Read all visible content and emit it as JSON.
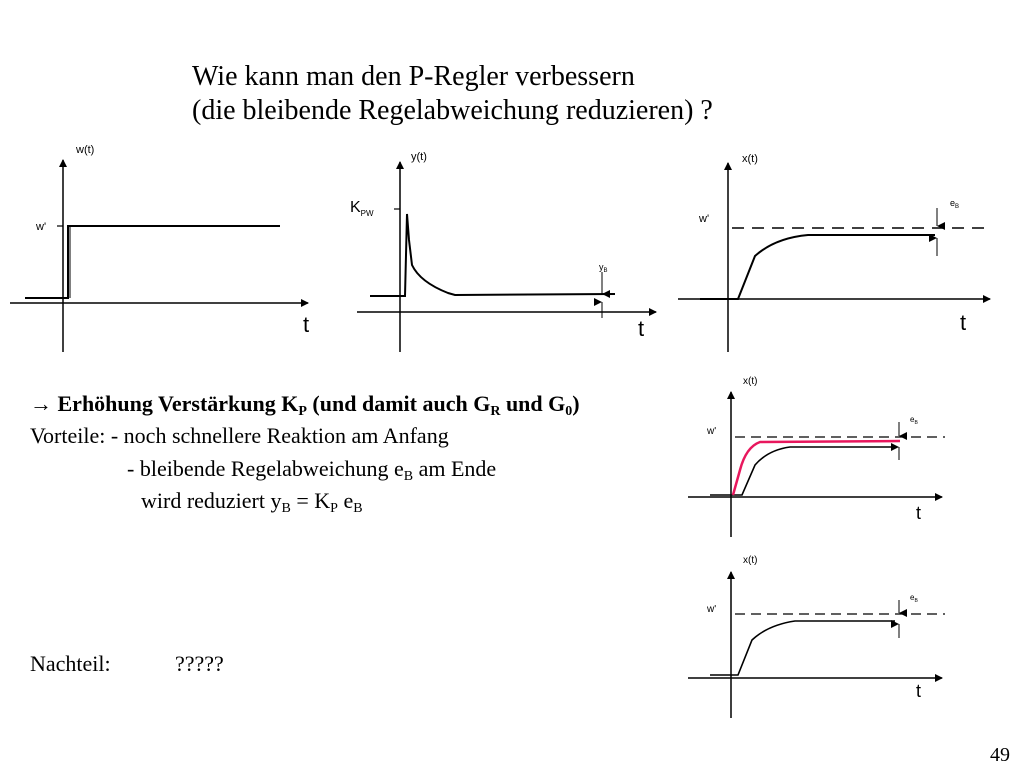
{
  "title": {
    "line1": "Wie kann man den P-Regler verbessern",
    "line2": "(die bleibende Regelabweichung reduzieren) ?"
  },
  "graphs": {
    "w": {
      "ylabel": "w(t)",
      "level_label": "w'",
      "xlabel": "t"
    },
    "y": {
      "ylabel": "y(t)",
      "peak_label_main": "K",
      "peak_label_sub": "PW",
      "offset_label_main": "y",
      "offset_label_sub": "B",
      "xlabel": "t"
    },
    "x1": {
      "ylabel": "x(t)",
      "level_label": "w'",
      "error_label_main": "e",
      "error_label_sub": "B",
      "xlabel": "t"
    },
    "x2": {
      "ylabel": "x(t)",
      "level_label": "w'",
      "error_label_main": "e",
      "error_label_sub": "B",
      "xlabel": "t",
      "highlight_color": "#e8175d"
    },
    "x3": {
      "ylabel": "x(t)",
      "level_label": "w'",
      "error_label_main": "e",
      "error_label_sub": "B",
      "xlabel": "t"
    }
  },
  "body": {
    "arrow": "→",
    "heading_a": " Erhöhung Verstärkung K",
    "heading_sub_p": "P",
    "heading_b": " (",
    "heading_c": "und damit auch G",
    "heading_sub_r": "R",
    "heading_d": " und G",
    "heading_sub_0": "0",
    "heading_e": ")",
    "vorteile_label": "Vorteile: - noch schnellere Reaktion am Anfang",
    "line2_a": "- bleibende Regelabweichung e",
    "line2_sub": "B",
    "line2_b": " am Ende",
    "line3_a": "wird reduziert y",
    "line3_sub1": "B",
    "line3_b": " = K",
    "line3_sub2": "P",
    "line3_c": " e",
    "line3_sub3": "B",
    "nachteil_label": "Nachteil:",
    "nachteil_value": "?????"
  },
  "page_number": "49"
}
